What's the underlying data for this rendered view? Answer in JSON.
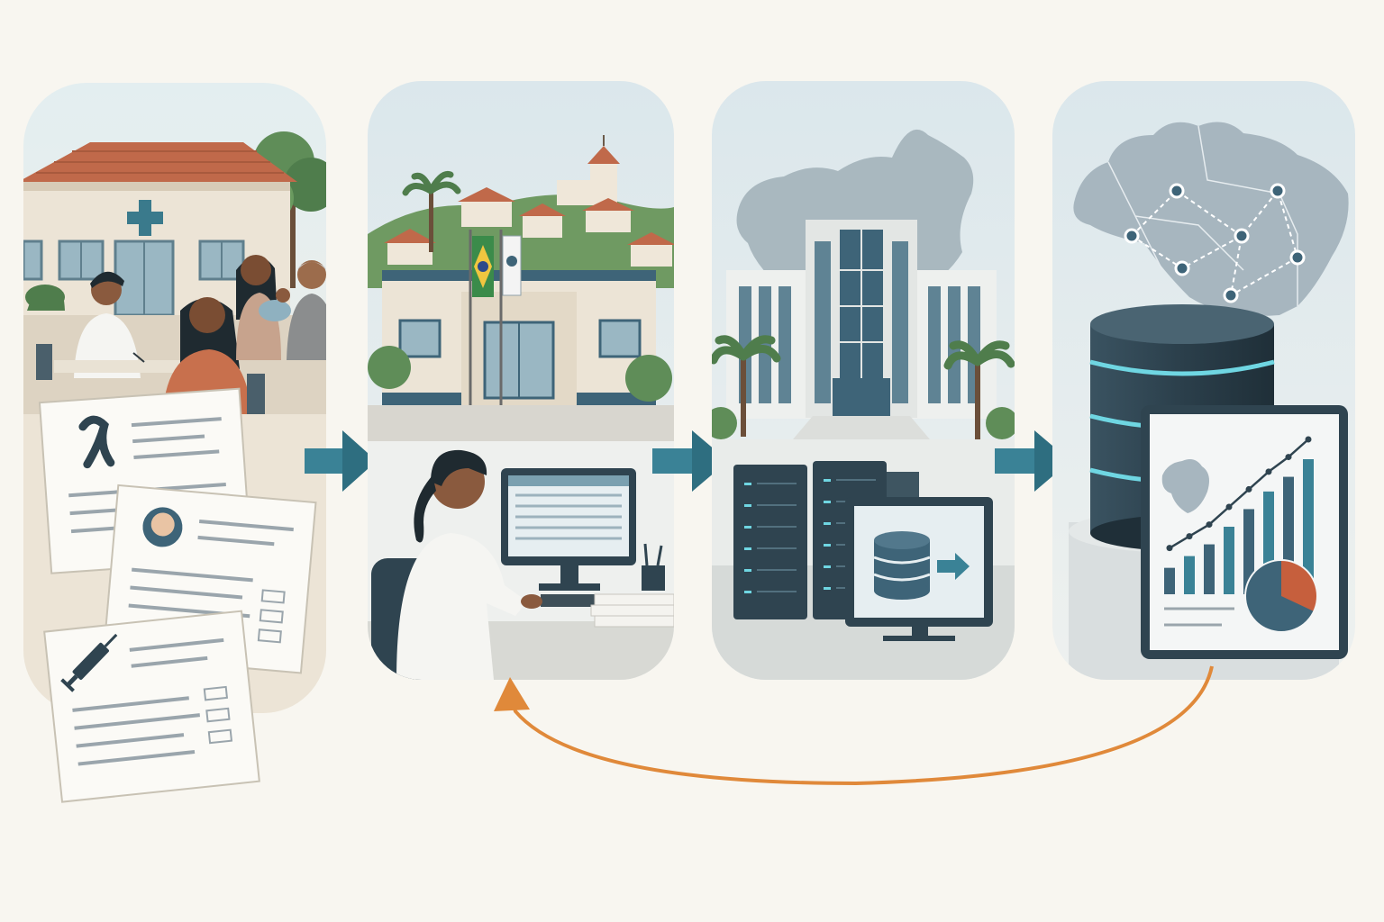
{
  "palette": {
    "background": "#f8f6f0",
    "panel_sky": "#dfe8ec",
    "roof": "#c0694a",
    "wall": "#ece4d6",
    "steel": "#3e6478",
    "dark": "#2f4450",
    "teal_arrow": "#3a8296",
    "cyan_glow": "#6fd6e2",
    "feedback_arrow": "#e0893a",
    "pie_orange": "#c65f3d",
    "green_tree": "#5f8d58"
  },
  "stages": [
    {
      "name": "health-clinic-data-collection",
      "icons": [
        "awareness-ribbon-icon",
        "newborn-icon",
        "syringe-icon"
      ]
    },
    {
      "name": "municipal-office-data-entry",
      "icons": [
        "brazil-flag-icon",
        "desktop-computer-icon"
      ]
    },
    {
      "name": "state-data-center",
      "icons": [
        "server-rack-icon",
        "database-transfer-icon"
      ]
    },
    {
      "name": "national-database-analytics",
      "icons": [
        "brazil-map-icon",
        "database-icon",
        "bar-chart-icon",
        "pie-chart-icon"
      ]
    }
  ],
  "flow": {
    "forward_arrows": 3,
    "feedback_arrow": "national-analytics-to-municipal-office"
  },
  "chart_in_dashboard": {
    "type": "bar",
    "values": [
      18,
      26,
      34,
      46,
      58,
      70,
      80,
      92
    ],
    "pie_fractions": [
      0.32,
      0.68
    ]
  }
}
